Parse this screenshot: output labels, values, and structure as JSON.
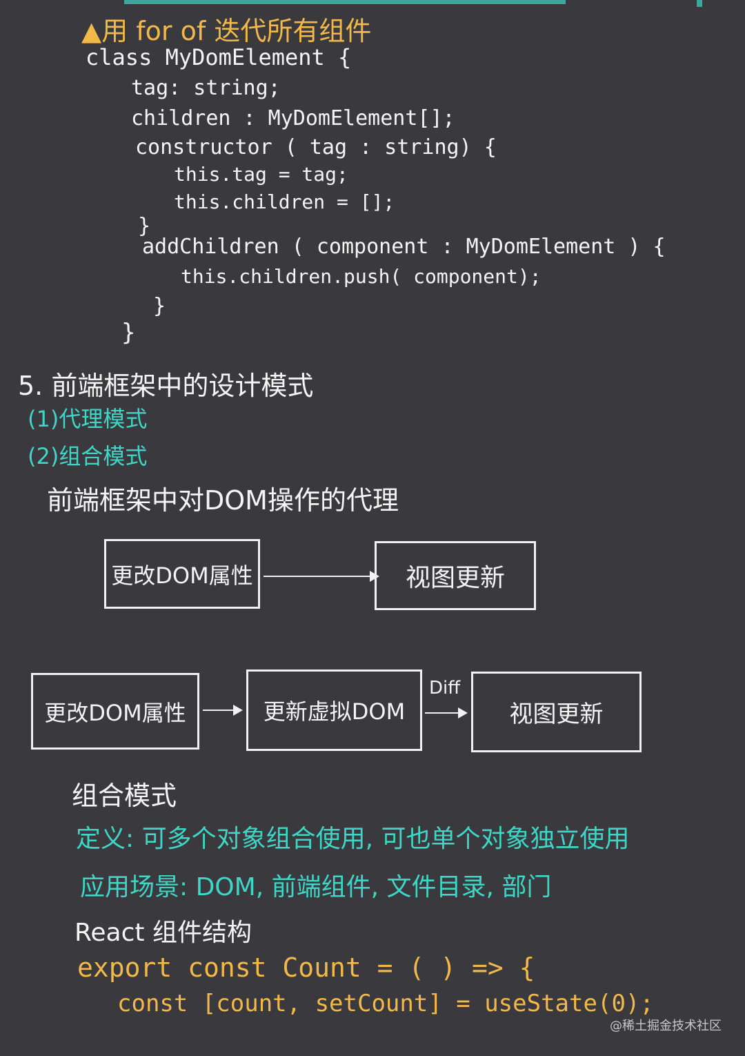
{
  "note": {
    "title_line": "▲用 for of 迭代所有组件",
    "code_class": [
      "class  MyDomElement {",
      "tag: string;",
      "children : MyDomElement[];",
      "constructor ( tag : string) {",
      "this.tag = tag;",
      "this.children = [];",
      "}",
      "addChildren ( component : MyDomElement ) {",
      "this.children.push( component);",
      "}",
      "}"
    ],
    "section_heading": "5. 前端框架中的设计模式",
    "items": [
      "(1)代理模式",
      "(2)组合模式"
    ],
    "proxy_heading": "前端框架中对DOM操作的代理",
    "diagram1": {
      "boxes": [
        "更改DOM属性",
        "视图更新"
      ]
    },
    "diagram2": {
      "boxes": [
        "更改DOM属性",
        "更新虚拟DOM",
        "视图更新"
      ],
      "arrow_label": "Diff"
    },
    "composite_heading": "组合模式",
    "definition": "定义: 可多个对象组合使用, 可也单个对象独立使用",
    "scenarios": "应用场景: DOM, 前端组件, 文件目录, 部门",
    "react_heading": "React 组件结构",
    "react_code": [
      "export  const  Count = ( ) => {",
      "const  [count, setCount] = useState(0);"
    ]
  },
  "watermark": "@稀土掘金技术社区",
  "colors": {
    "background": "#3a3a3e",
    "white": "#f5f5f5",
    "yellow": "#f3b84a",
    "cyan": "#3fd6c7"
  }
}
